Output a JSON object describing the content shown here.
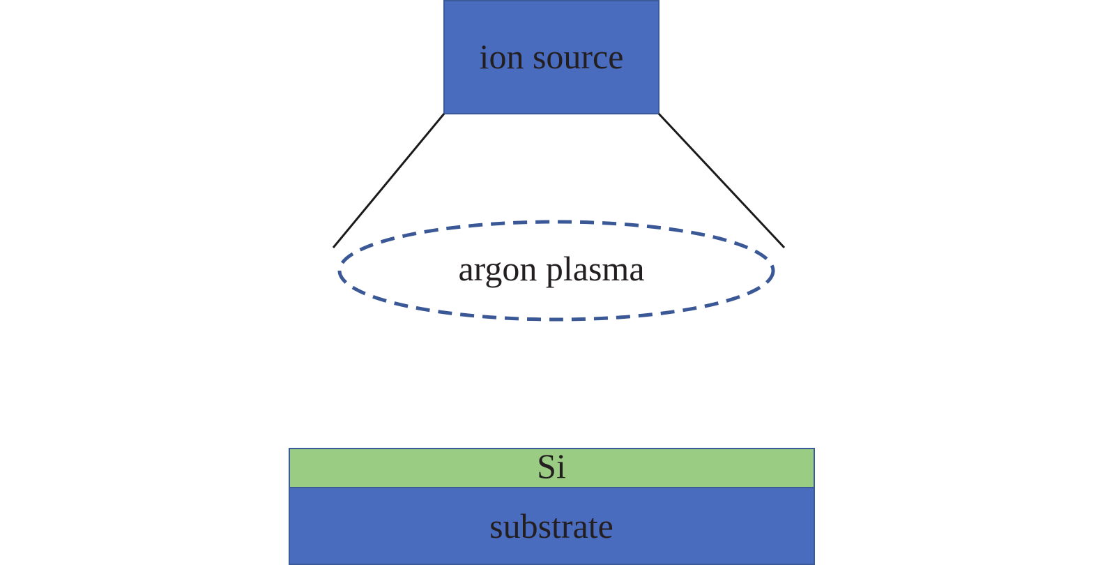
{
  "labels": {
    "ion_source": "ion source",
    "plasma": "argon plasma",
    "si_layer": "Si",
    "substrate": "substrate"
  },
  "colors": {
    "ion_source_fill": "#4a6cbf",
    "box_border": "#3a5a9a",
    "plasma_outline": "#3b5896",
    "si_fill": "#9acd83",
    "substrate_fill": "#4a6cbf",
    "beam_line": "#1a1a1a",
    "text": "#231f20"
  }
}
